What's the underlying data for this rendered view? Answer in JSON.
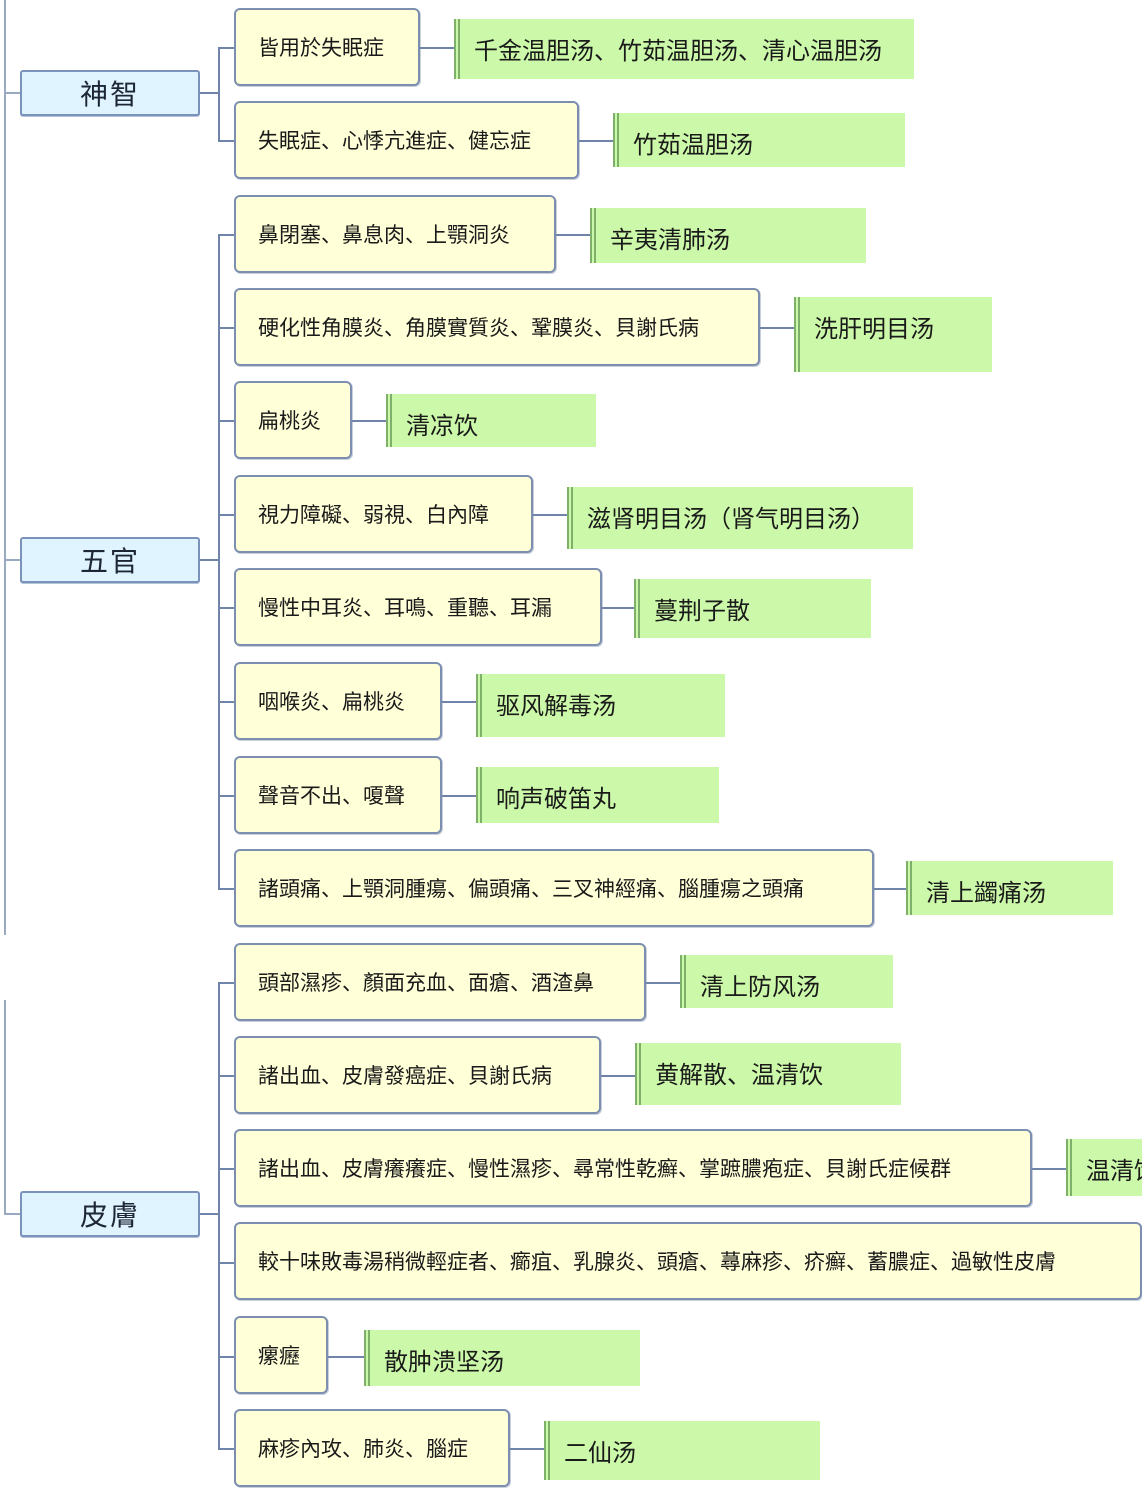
{
  "categories": [
    {
      "label": "神智",
      "items": [
        {
          "condition": "皆用於失眠症",
          "remedy": "千金温胆汤、竹茹温胆汤、清心温胆汤"
        },
        {
          "condition": "失眠症、心悸亢進症、健忘症",
          "remedy": "竹茹温胆汤"
        }
      ]
    },
    {
      "label": "五官",
      "items": [
        {
          "condition": "鼻閉塞、鼻息肉、上顎洞炎",
          "remedy": "辛夷清肺汤"
        },
        {
          "condition": "硬化性角膜炎、角膜實質炎、鞏膜炎、貝謝氏病",
          "remedy": "洗肝明目汤"
        },
        {
          "condition": "扁桃炎",
          "remedy": "清凉饮"
        },
        {
          "condition": "視力障礙、弱視、白內障",
          "remedy": "滋肾明目汤（肾气明目汤）"
        },
        {
          "condition": "慢性中耳炎、耳鳴、重聽、耳漏",
          "remedy": "蔓荆子散"
        },
        {
          "condition": "咽喉炎、扁桃炎",
          "remedy": "驱风解毒汤"
        },
        {
          "condition": "聲音不出、嗄聲",
          "remedy": "响声破笛丸"
        },
        {
          "condition": "諸頭痛、上顎洞腫瘍、偏頭痛、三叉神經痛、腦腫瘍之頭痛",
          "remedy": "清上蠲痛汤"
        }
      ]
    },
    {
      "label": "皮膚",
      "items": [
        {
          "condition": "頭部濕疹、顏面充血、面瘡、酒渣鼻",
          "remedy": "清上防风汤"
        },
        {
          "condition": "諸出血、皮膚發癌症、貝謝氏病",
          "remedy": "黄解散、温清饮"
        },
        {
          "condition": "諸出血、皮膚癢癢症、慢性濕疹、尋常性乾癬、掌蹠膿疱症、貝謝氏症候群",
          "remedy": "温清饮"
        },
        {
          "condition": "較十味敗毒湯稍微輕症者、癤疽、乳腺炎、頭瘡、蕁麻疹、疥癬、蓄膿症、過敏性皮膚",
          "remedy": ""
        },
        {
          "condition": "瘰癧",
          "remedy": "散肿溃坚汤"
        },
        {
          "condition": "麻疹內攻、肺炎、腦症",
          "remedy": "二仙汤"
        }
      ]
    }
  ]
}
